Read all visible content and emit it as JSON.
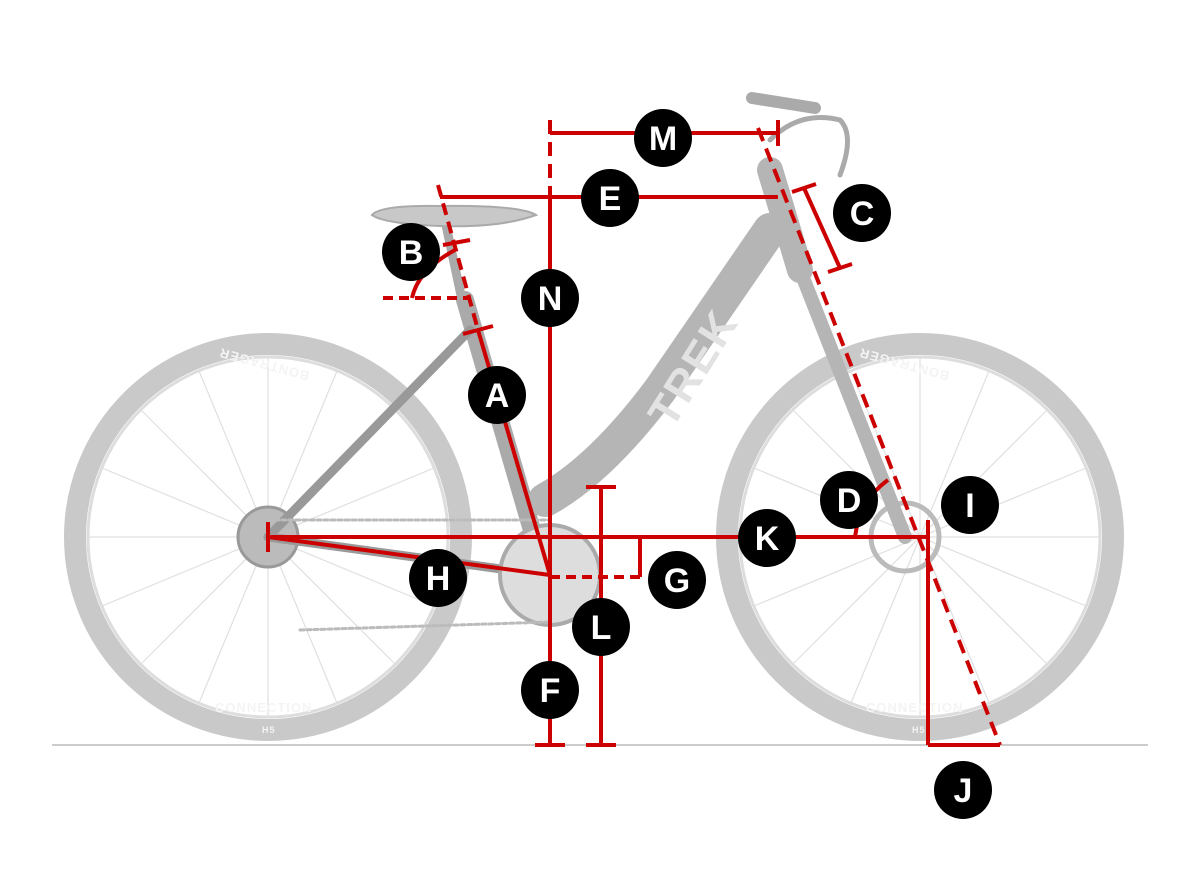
{
  "diagram": {
    "colors": {
      "measure": "#cc0000",
      "label_bg": "#000000",
      "label_text": "#ffffff",
      "bike": "#c9c9c9",
      "ground": "#bbbbbb"
    },
    "bike": {
      "brand": "TREK",
      "rear_tire_text": "BONTRAGER",
      "front_tire_text": "BONTRAGER",
      "rear_sidewall": "CONNECTION",
      "front_sidewall": "CONNECTION",
      "tire_size": "H5"
    },
    "labels": {
      "A": "A",
      "B": "B",
      "C": "C",
      "D": "D",
      "E": "E",
      "F": "F",
      "G": "G",
      "H": "H",
      "I": "I",
      "J": "J",
      "K": "K",
      "L": "L",
      "M": "M",
      "N": "N"
    }
  }
}
